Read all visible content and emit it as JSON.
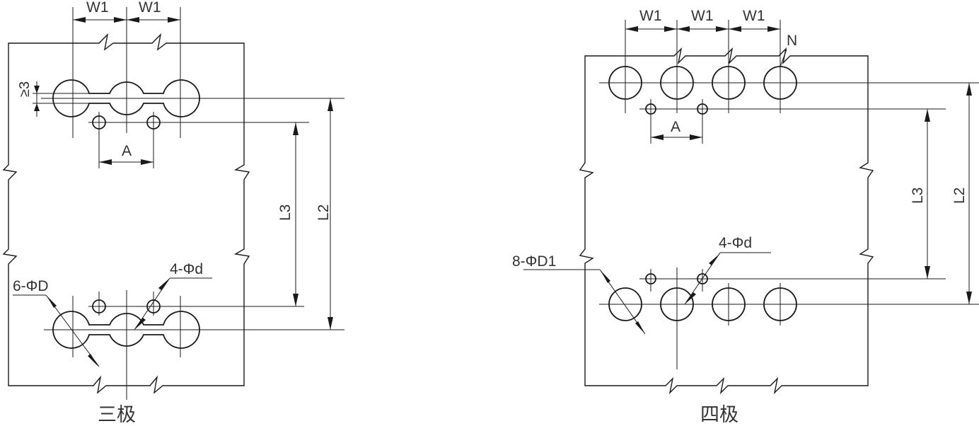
{
  "three_pole": {
    "caption": "三极",
    "w1_label": "W1",
    "a_label": "A",
    "ge3_label": "≥3",
    "l3_label": "L3",
    "l2_label": "L2",
    "big_hole_label": "6-ΦD",
    "small_hole_label": "4-Φd"
  },
  "four_pole": {
    "caption": "四极",
    "w1_label": "W1",
    "n_label": "N",
    "a_label": "A",
    "l3_label": "L3",
    "l2_label": "L2",
    "big_hole_label": "8-ΦD1",
    "small_hole_label": "4-Φd"
  }
}
